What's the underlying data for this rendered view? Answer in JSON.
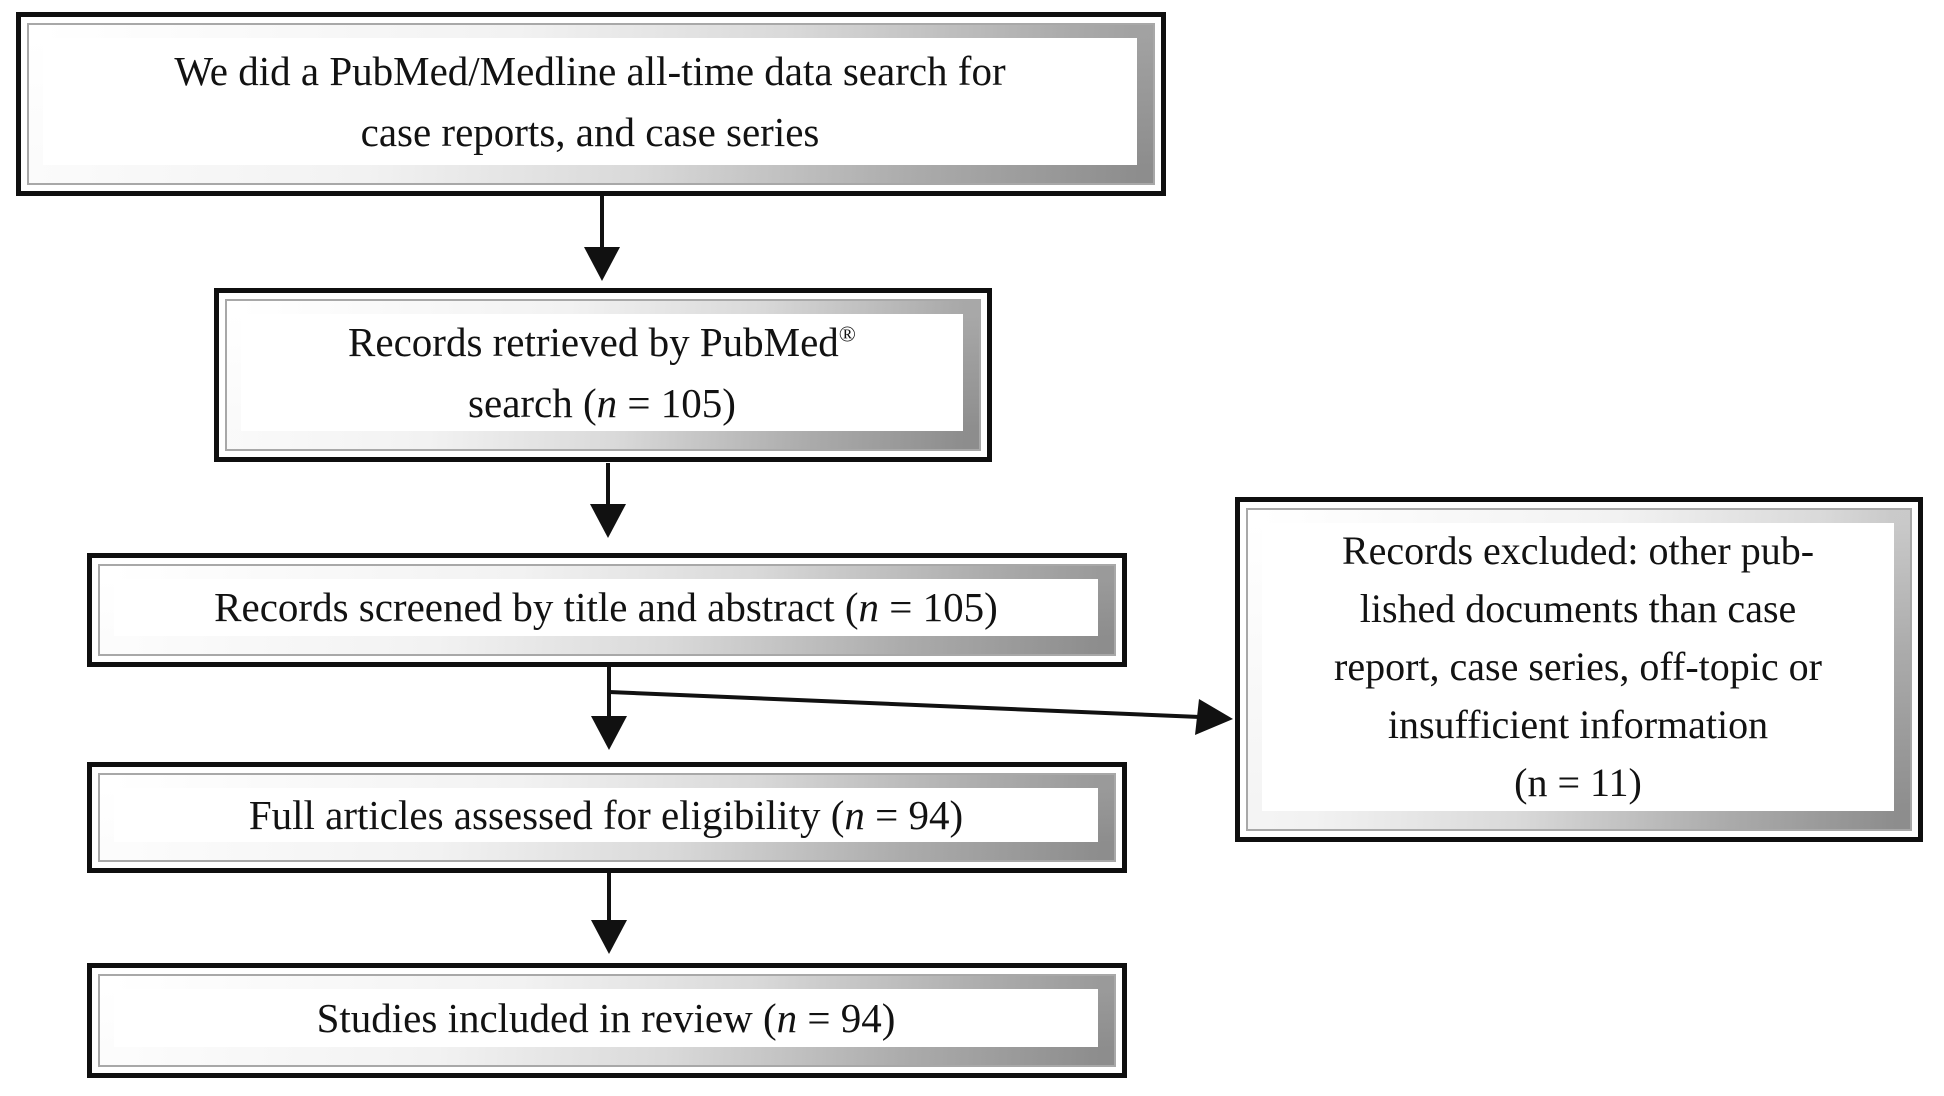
{
  "figure": {
    "kind": "prisma-flow-diagram",
    "background_color": "#ffffff",
    "line_color": "#111111",
    "boxes": {
      "search": {
        "line1": "We did a PubMed/Medline all-time data search for",
        "line2": "case reports, and case series"
      },
      "retrieved": {
        "line1_text": "Records retrieved by PubMed",
        "registered_mark": "®",
        "line2_pre": "search (",
        "n_symbol": "n",
        "line2_post": " = 105)"
      },
      "screened": {
        "pre": "Records screened by title and abstract (",
        "n_symbol": "n",
        "post": " = 105)"
      },
      "excluded": {
        "line1": "Records excluded: other pub-",
        "line2": "lished documents than case",
        "line3": "report, case series, off-topic or",
        "line4": "insufficient information",
        "line5": "(n = 11)"
      },
      "eligibility": {
        "pre": "Full articles assessed for eligibility (",
        "n_symbol": "n",
        "post": " = 94)"
      },
      "included": {
        "pre": "Studies included in review (",
        "n_symbol": "n",
        "post": " = 94)"
      }
    },
    "arrows": [
      {
        "from": "search",
        "to": "retrieved"
      },
      {
        "from": "retrieved",
        "to": "screened"
      },
      {
        "from": "screened",
        "to": "eligibility"
      },
      {
        "from": "screened",
        "to": "excluded"
      },
      {
        "from": "eligibility",
        "to": "included"
      }
    ]
  }
}
